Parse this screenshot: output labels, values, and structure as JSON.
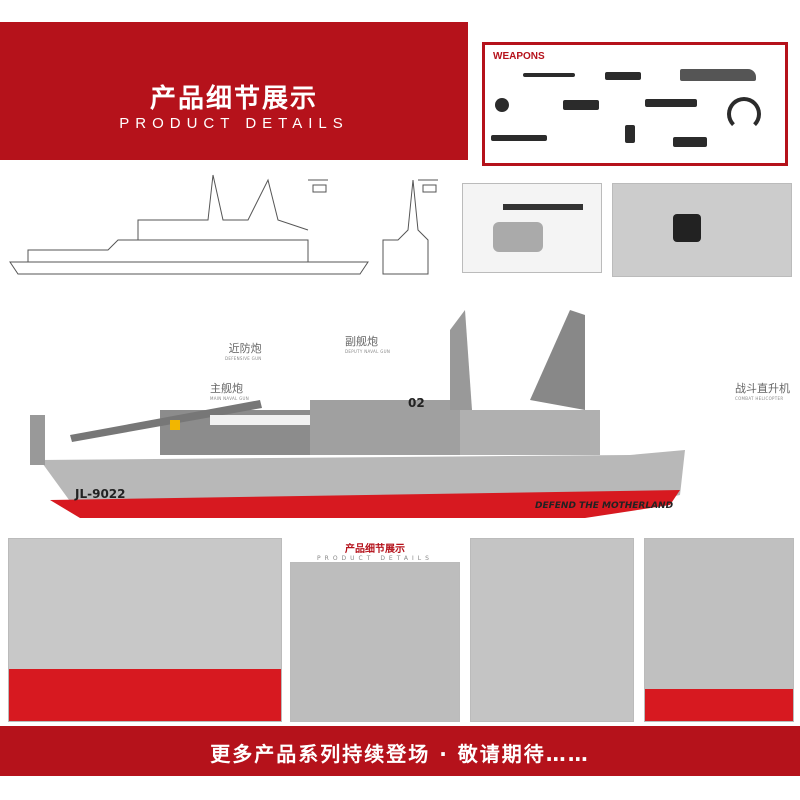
{
  "header": {
    "title_cn": "产品细节展示",
    "title_en": "PRODUCT  DETAILS"
  },
  "weapons": {
    "label": "WEAPONS",
    "icons": [
      "rifle-icon",
      "scope-icon",
      "machete-icon",
      "grenade-icon",
      "pistol-icon",
      "knife-icon",
      "headset-icon",
      "baton-icon",
      "magazine-icon",
      "tool-icon"
    ]
  },
  "callouts": [
    {
      "cn": "近防炮",
      "en": "DEFENSIVE GUN"
    },
    {
      "cn": "副舰炮",
      "en": "DEPUTY NAVAL GUN"
    },
    {
      "cn": "主舰炮",
      "en": "MAIN NAVAL GUN"
    },
    {
      "cn": "战斗直升机",
      "en": "COMBAT HELICOPTER"
    }
  ],
  "ship": {
    "hull_number": "JL-9022",
    "bridge_number": "02",
    "slogan": "DEFEND THE   MOTHERLAND"
  },
  "inset": {
    "title_cn": "产品细节展示",
    "title_en": "PRODUCT  DETAILS"
  },
  "footer": {
    "text": "更多产品系列持续登场 · 敬请期待……"
  },
  "colors": {
    "brand_red": "#b5121b",
    "hull_grey": "#9a9a9a"
  }
}
